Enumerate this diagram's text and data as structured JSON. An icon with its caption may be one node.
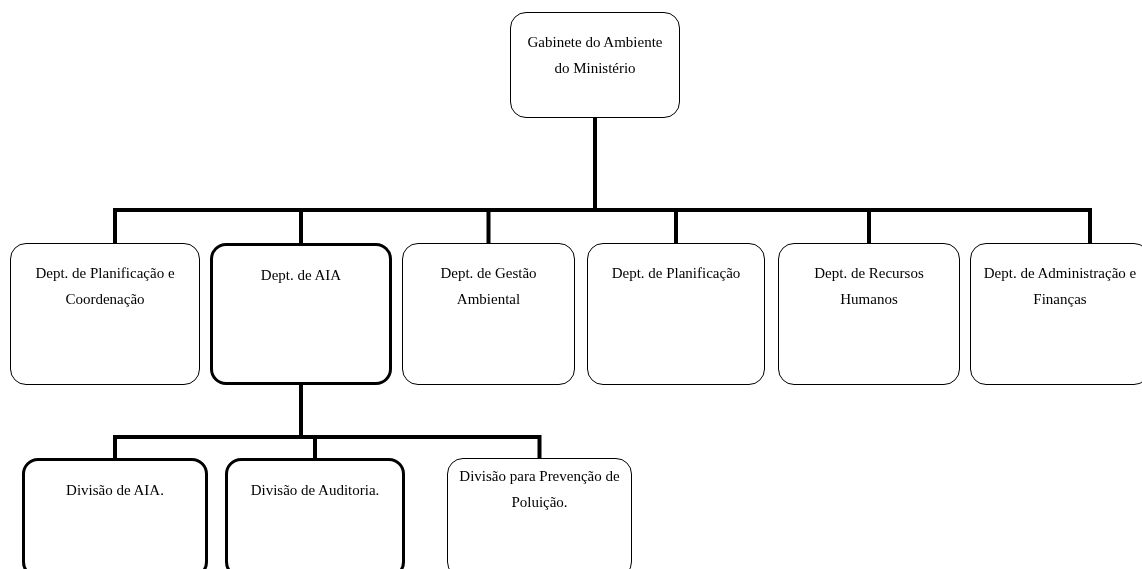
{
  "diagram": {
    "nodes": [
      {
        "text": [
          "Gabinete do Ambiente do Ministério"
        ]
      },
      {
        "text": [
          "Dept. de Planificação e Coordenação"
        ]
      },
      {
        "text": [
          "Dept. de AIA"
        ]
      },
      {
        "text": [
          "Dept. de Gestão Ambiental"
        ]
      },
      {
        "text": [
          "Dept. de Planificação"
        ]
      },
      {
        "text": [
          "Dept. de Recursos Humanos"
        ]
      },
      {
        "text": [
          "Dept. de Administração e Finanças"
        ]
      },
      {
        "text": [
          "Divisão de AIA."
        ]
      },
      {
        "text": [
          "Divisão de Auditoria."
        ]
      },
      {
        "text": [
          "Divisão para Prevenção de Poluição."
        ]
      }
    ],
    "edges": [
      {
        "from": 0,
        "to": 1,
        "arrow": "none"
      },
      {
        "from": 0,
        "to": 2,
        "arrow": "none"
      },
      {
        "from": 0,
        "to": 3,
        "arrow": "none"
      },
      {
        "from": 0,
        "to": 4,
        "arrow": "none"
      },
      {
        "from": 0,
        "to": 5,
        "arrow": "none"
      },
      {
        "from": 0,
        "to": 6,
        "arrow": "none"
      },
      {
        "from": 2,
        "to": 7,
        "arrow": "none"
      },
      {
        "from": 2,
        "to": 8,
        "arrow": "none"
      },
      {
        "from": 2,
        "to": 9,
        "arrow": "none"
      }
    ]
  }
}
